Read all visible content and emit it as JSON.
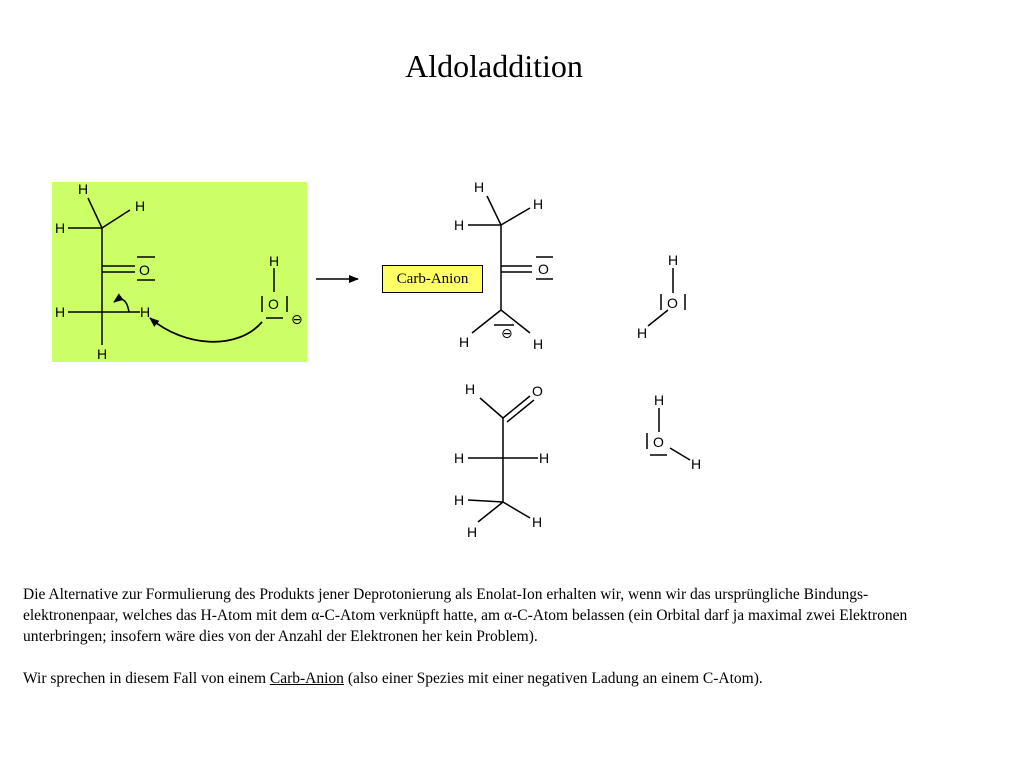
{
  "title": "Aldoladdition",
  "colors": {
    "reactant_background": "#ccff66",
    "label_background": "#ffff66",
    "line": "#000000"
  },
  "atoms": {
    "hydrogen": "H",
    "oxygen": "O",
    "negative_charge": "⊖"
  },
  "label": "Carb-Anion",
  "paragraph1": {
    "part1": "Die Alternative zur Formulierung des Produkts jener Deprotonierung als Enolat-Ion erhalten wir, wenn wir das ursprüngliche Bindungs-elektronenpaar, welches das H-Atom mit dem ",
    "alpha1": "α",
    "part2": "-C-Atom verknüpft hatte, am ",
    "alpha2": "α",
    "part3": "-C-Atom belassen (ein Orbital darf ja maximal zwei Elektronen unterbringen; insofern wäre dies von der Anzahl der Elektronen her kein Problem)."
  },
  "paragraph2": {
    "prefix": "Wir sprechen in diesem Fall von einem ",
    "link": "Carb-Anion",
    "suffix": " (also einer Spezies mit einer negativen Ladung an einem C-Atom)."
  }
}
